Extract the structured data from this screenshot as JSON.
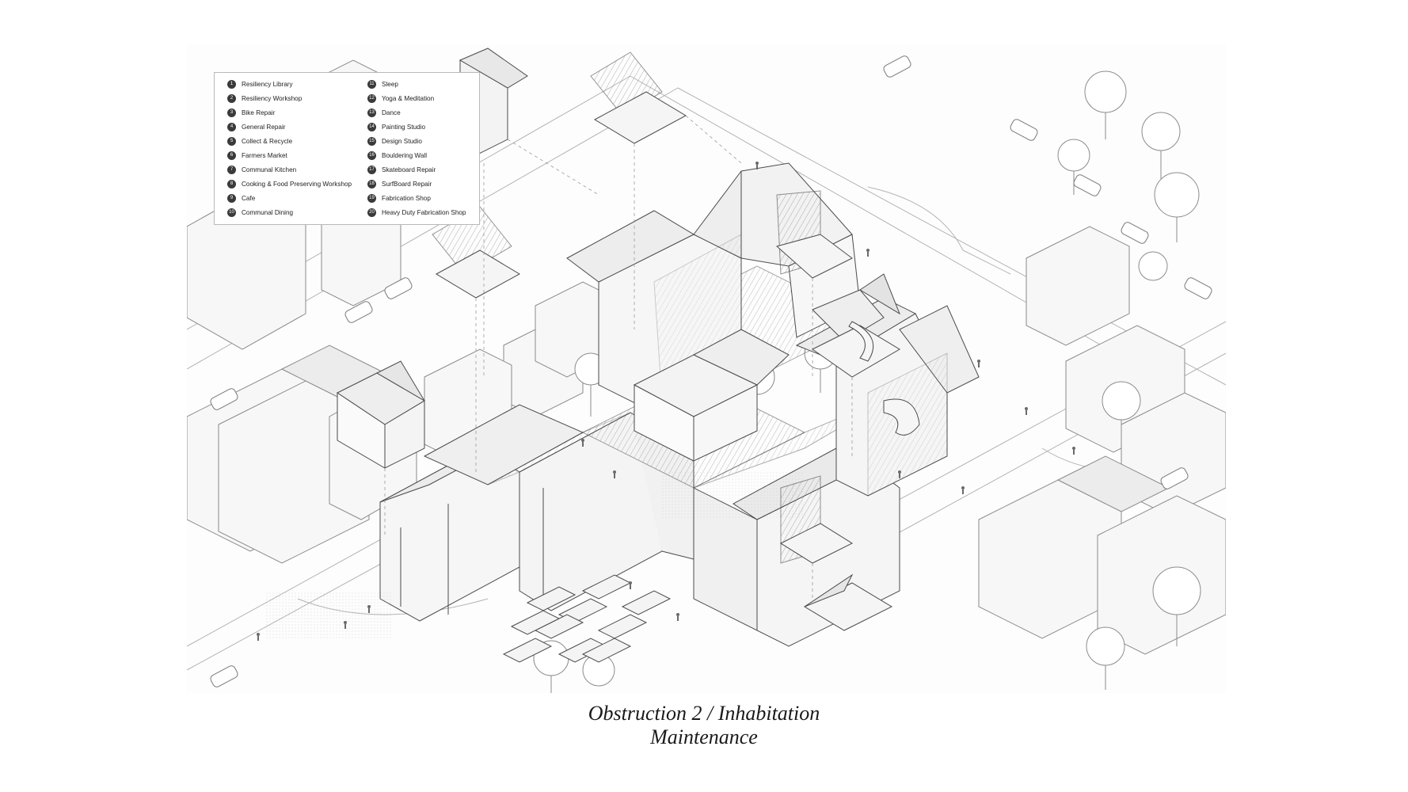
{
  "legend": {
    "items": [
      {
        "num": "1",
        "label": "Resiliency Library"
      },
      {
        "num": "2",
        "label": "Resiliency Workshop"
      },
      {
        "num": "3",
        "label": "Bike Repair"
      },
      {
        "num": "4",
        "label": "General Repair"
      },
      {
        "num": "5",
        "label": "Collect & Recycle"
      },
      {
        "num": "6",
        "label": "Farmers Market"
      },
      {
        "num": "7",
        "label": "Communal Kitchen"
      },
      {
        "num": "8",
        "label": "Cooking & Food Preserving Workshop"
      },
      {
        "num": "9",
        "label": "Cafe"
      },
      {
        "num": "10",
        "label": "Communal Dining"
      },
      {
        "num": "11",
        "label": "Sleep"
      },
      {
        "num": "12",
        "label": "Yoga & Meditation"
      },
      {
        "num": "13",
        "label": "Dance"
      },
      {
        "num": "14",
        "label": "Painting Studio"
      },
      {
        "num": "15",
        "label": "Design Studio"
      },
      {
        "num": "16",
        "label": "Bouldering Wall"
      },
      {
        "num": "17",
        "label": "Skateboard Repair"
      },
      {
        "num": "18",
        "label": "SurfBoard Repair"
      },
      {
        "num": "19",
        "label": "Fabrication Shop"
      },
      {
        "num": "20",
        "label": "Heavy Duty Fabrication Shop"
      }
    ]
  },
  "caption": {
    "line1": "Obstruction 2 / Inhabitation",
    "line2": "Maintenance"
  },
  "colors": {
    "background": "#ffffff",
    "linework": "#5a5a5a",
    "building_fill": "#f3f3f3",
    "legend_marker": "#3a3a3a"
  }
}
